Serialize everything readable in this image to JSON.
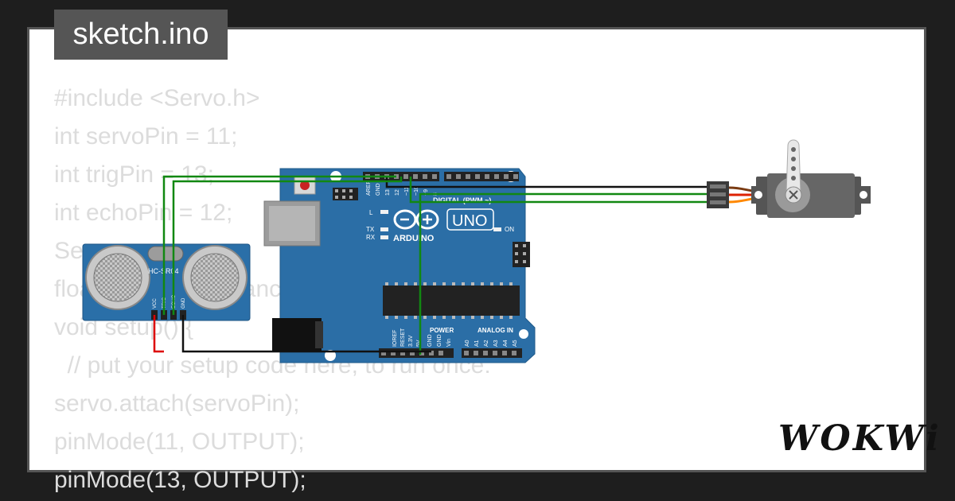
{
  "file_tab": {
    "label": "sketch.ino"
  },
  "code_lines": [
    "#include <Servo.h>",
    "int servoPin = 11;",
    "int trigPin = 13;",
    "int echoPin = 12;",
    "Servo servo;",
    "float duration, distance;",
    "void setup() {",
    "  // put your setup code here, to run once:",
    "servo.attach(servoPin);",
    "pinMode(11, OUTPUT);",
    "pinMode(13, OUTPUT);"
  ],
  "sensor": {
    "label": "HC-SR04",
    "pins": [
      "VCC",
      "TRIG",
      "ECHO",
      "GND"
    ]
  },
  "arduino": {
    "logo_text": "ARDUINO",
    "model": "UNO",
    "digital_header": "DIGITAL (PWM ~)",
    "power_label": "POWER",
    "analog_label": "ANALOG IN",
    "on_label": "ON",
    "led_labels": [
      "L",
      "TX",
      "RX"
    ],
    "digital_pins": [
      "AREF",
      "GND",
      "13",
      "12",
      "~11",
      "~10",
      "~9",
      "8"
    ],
    "power_pins": [
      "IOREF",
      "RESET",
      "3.3V",
      "5V",
      "GND",
      "GND",
      "Vin"
    ],
    "analog_pins": [
      "A0",
      "A1",
      "A2",
      "A3",
      "A4",
      "A5"
    ]
  },
  "brand": {
    "name": "WOKWi"
  },
  "colors": {
    "background": "#1e1e1e",
    "card": "#ffffff",
    "tab": "#555555",
    "board": "#2b6ea6",
    "sensor": "#2a6fa8",
    "wire_green": "#118811",
    "wire_black": "#111111",
    "wire_red": "#dd0000",
    "servo_body": "#555555"
  }
}
